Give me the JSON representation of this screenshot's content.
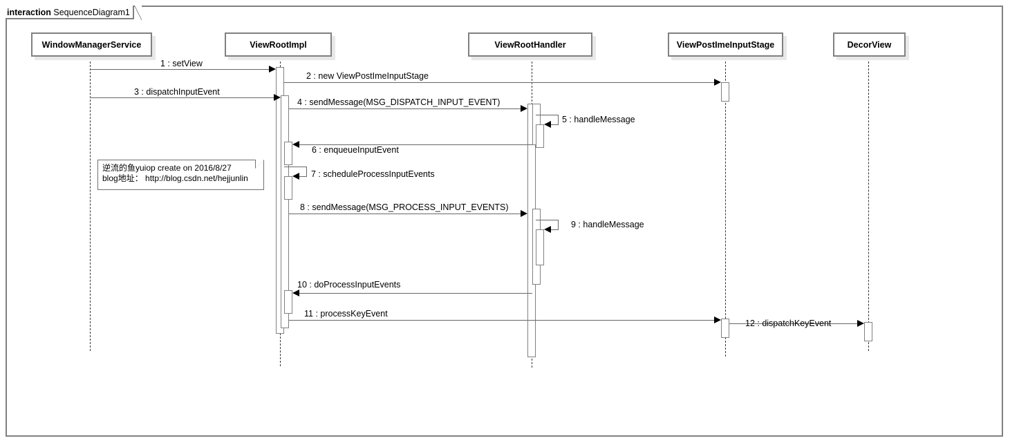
{
  "frame": {
    "keyword": "interaction",
    "name": "SequenceDiagram1"
  },
  "lifelines": [
    {
      "id": "wms",
      "label": "WindowManagerService"
    },
    {
      "id": "vri",
      "label": "ViewRootImpl"
    },
    {
      "id": "vrh",
      "label": "ViewRootHandler"
    },
    {
      "id": "vpis",
      "label": "ViewPostImeInputStage"
    },
    {
      "id": "dv",
      "label": "DecorView"
    }
  ],
  "messages": [
    {
      "num": "1",
      "label": "1 : setView"
    },
    {
      "num": "2",
      "label": "2 : new ViewPostImeInputStage"
    },
    {
      "num": "3",
      "label": "3 : dispatchInputEvent"
    },
    {
      "num": "4",
      "label": "4 : sendMessage(MSG_DISPATCH_INPUT_EVENT)"
    },
    {
      "num": "5",
      "label": "5 : handleMessage"
    },
    {
      "num": "6",
      "label": "6 : enqueueInputEvent"
    },
    {
      "num": "7",
      "label": "7 : scheduleProcessInputEvents"
    },
    {
      "num": "8",
      "label": "8 : sendMessage(MSG_PROCESS_INPUT_EVENTS)"
    },
    {
      "num": "9",
      "label": "9 : handleMessage"
    },
    {
      "num": "10",
      "label": "10 : doProcessInputEvents"
    },
    {
      "num": "11",
      "label": "11 : processKeyEvent"
    },
    {
      "num": "12",
      "label": "12 : dispatchKeyEvent"
    }
  ],
  "note": {
    "line1": "逆流的鱼yuiop create on 2016/8/27",
    "line2": "blog地址： http://blog.csdn.net/hejjunlin"
  },
  "colors": {
    "frame_border": "#808080",
    "lifeline": "#333333",
    "activation_border": "#808080",
    "message_line": "#666666",
    "arrow_fill": "#000000",
    "head_shadow": "#e8e8e8",
    "background": "#ffffff"
  }
}
